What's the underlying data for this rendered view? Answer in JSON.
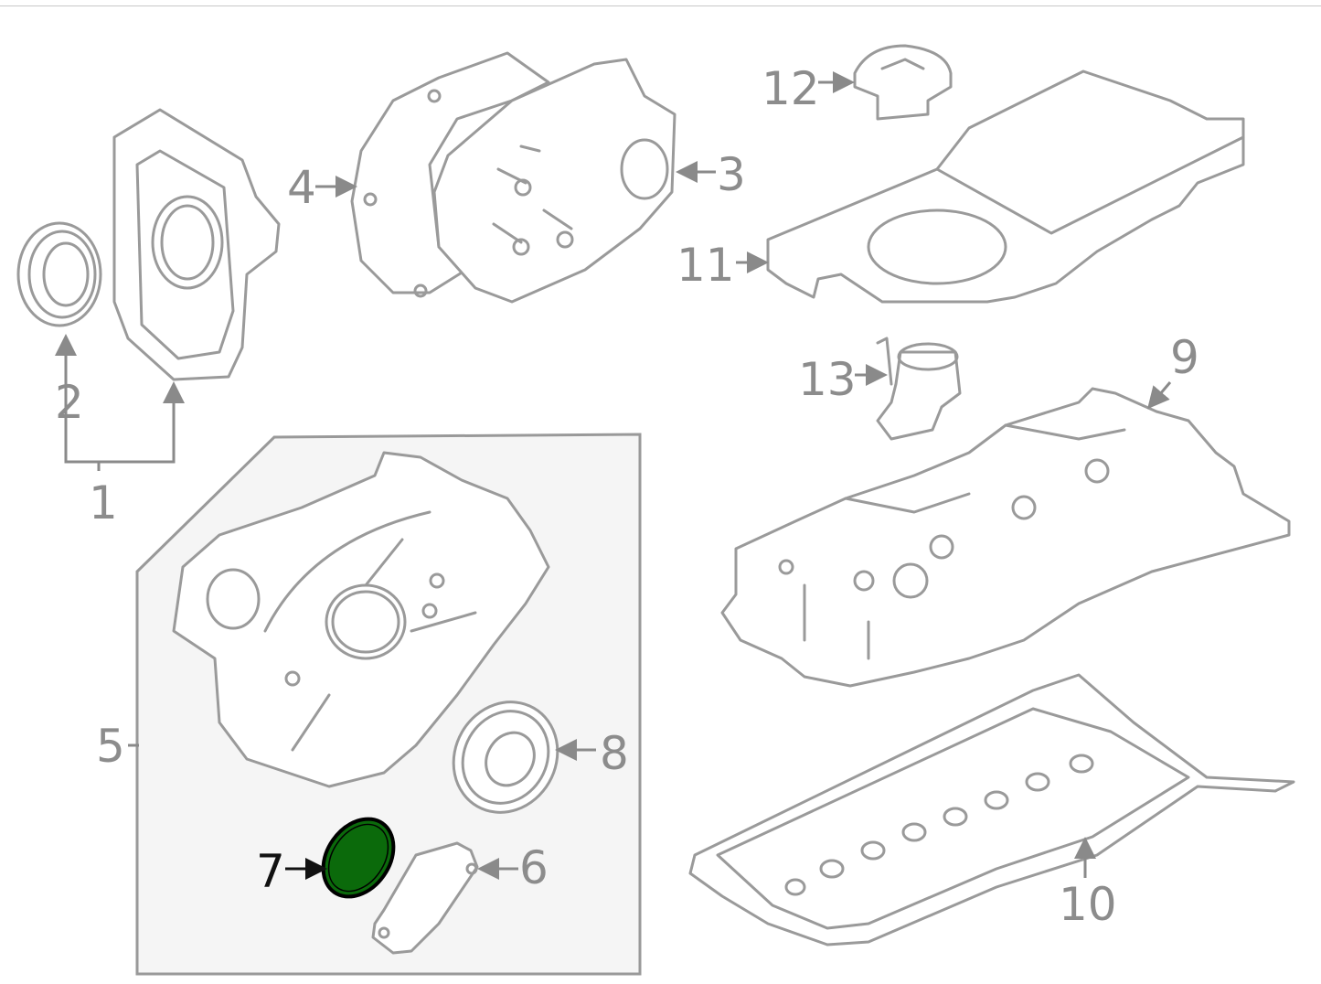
{
  "diagram": {
    "selected_part": "7",
    "colors": {
      "selected_fill": "#0b6a0b",
      "line": "#9a9a9a",
      "label": "#8c8c8c",
      "group_bg": "#f5f5f5"
    },
    "callouts": [
      {
        "id": "1",
        "label": "1"
      },
      {
        "id": "2",
        "label": "2"
      },
      {
        "id": "3",
        "label": "3"
      },
      {
        "id": "4",
        "label": "4"
      },
      {
        "id": "5",
        "label": "5"
      },
      {
        "id": "6",
        "label": "6"
      },
      {
        "id": "7",
        "label": "7"
      },
      {
        "id": "8",
        "label": "8"
      },
      {
        "id": "9",
        "label": "9"
      },
      {
        "id": "10",
        "label": "10"
      },
      {
        "id": "11",
        "label": "11"
      },
      {
        "id": "12",
        "label": "12"
      },
      {
        "id": "13",
        "label": "13"
      }
    ]
  }
}
